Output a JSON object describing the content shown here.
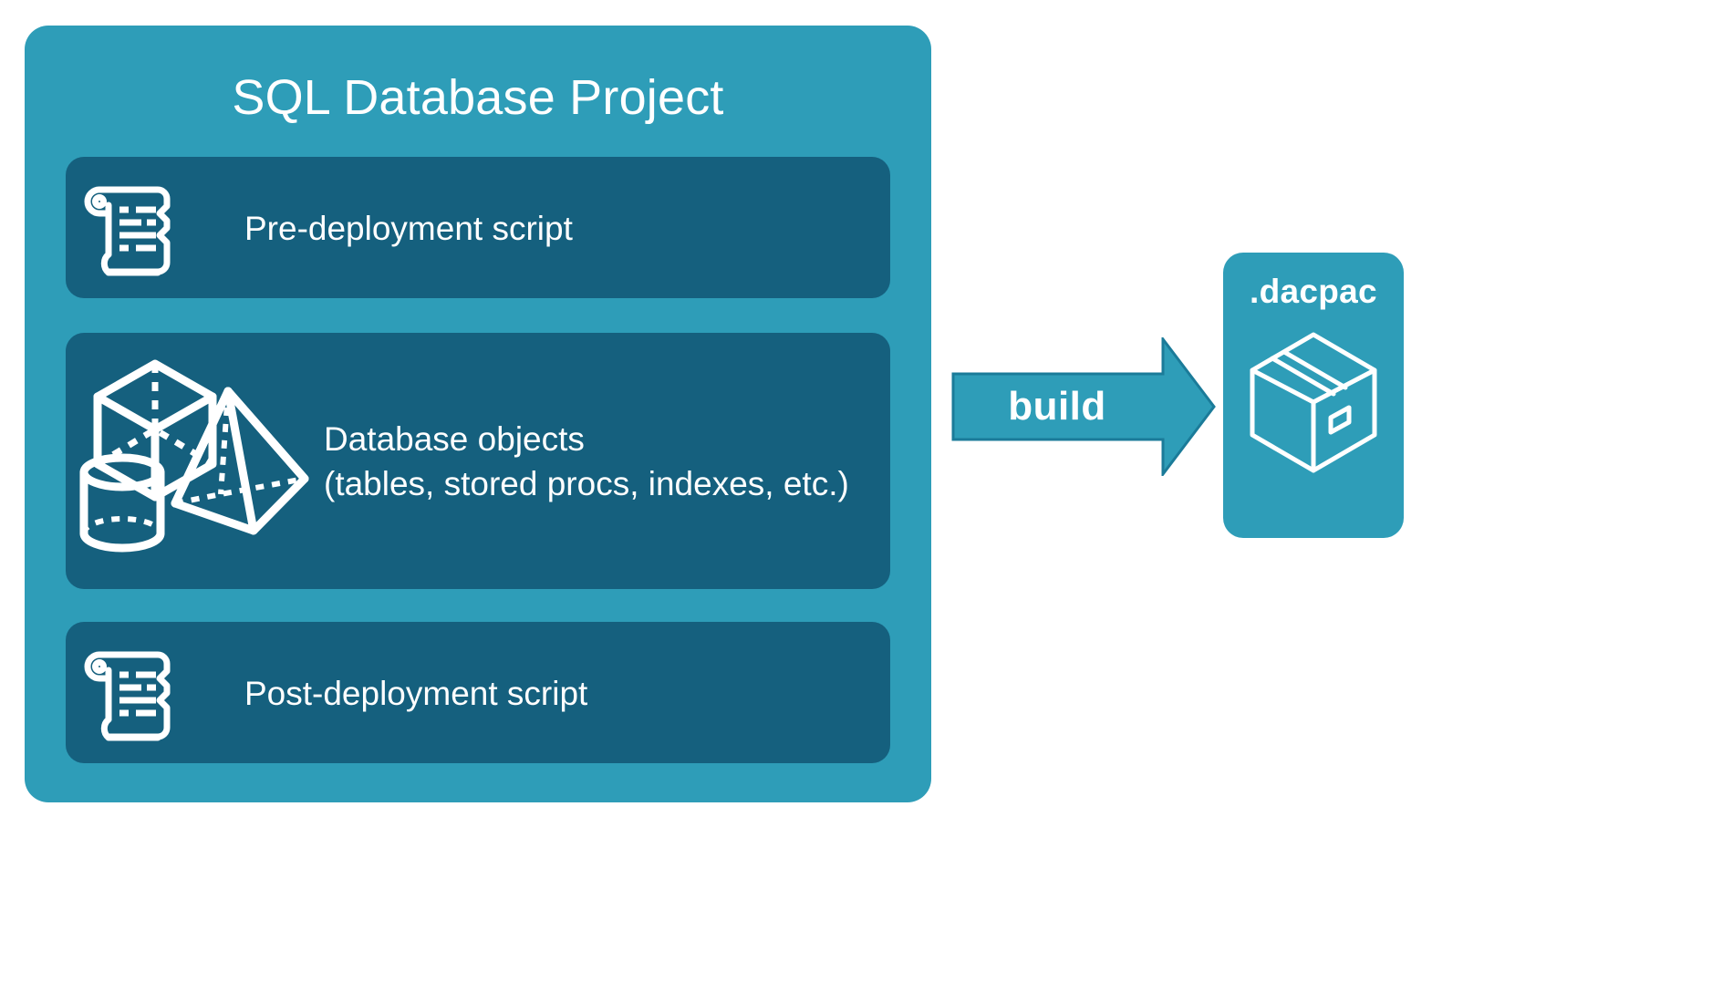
{
  "diagram": {
    "title": "SQL Database Project build diagram",
    "background": "#ffffff",
    "colors": {
      "card_teal": "#2e9db8",
      "panel_deep_teal": "#15607e",
      "arrow_fill": "#2e9db8",
      "arrow_border": "#1b7b99",
      "icon_stroke": "#ffffff",
      "text": "#ffffff"
    }
  },
  "project": {
    "title": "SQL Database Project",
    "items": [
      {
        "id": "pre-deployment",
        "label": "Pre-deployment script",
        "icon": "scroll-icon"
      },
      {
        "id": "database-objects",
        "label": "Database objects\n(tables, stored procs, indexes, etc.)",
        "line1": "Database objects",
        "line2": "(tables, stored procs, indexes, etc.)",
        "icon": "3d-shapes-icon"
      },
      {
        "id": "post-deployment",
        "label": "Post-deployment script",
        "icon": "scroll-icon"
      }
    ]
  },
  "build": {
    "label": "build",
    "icon": "arrow-right-icon"
  },
  "output": {
    "title": ".dacpac",
    "icon": "package-box-icon"
  }
}
